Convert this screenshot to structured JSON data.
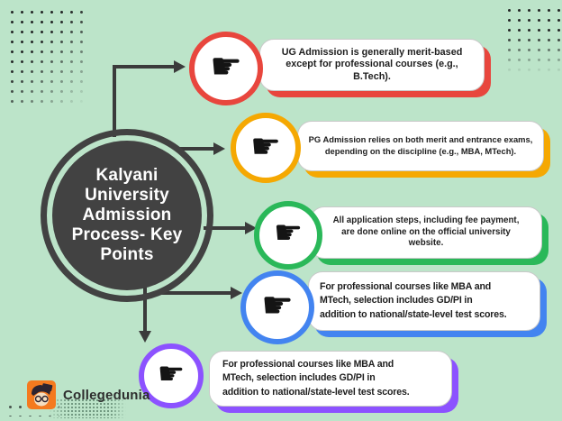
{
  "background_color": "#bce4c9",
  "center": {
    "title": "Kalyani University Admission Process- Key Points",
    "fill_color": "#424242",
    "text_color": "#ffffff"
  },
  "brand": {
    "name": "Collegedunia",
    "logo_color": "#f47a1f"
  },
  "connector_color": "#3b3b3b",
  "hand_icon_glyph": "☛",
  "points": [
    {
      "color": "#e8463d",
      "icon": "pointing-hand-icon",
      "lines": [
        "UG Admission is generally merit-based",
        "except for professional courses (e.g.,",
        "B.Tech)."
      ]
    },
    {
      "color": "#f5a802",
      "icon": "pointing-hand-icon",
      "lines": [
        "PG Admission relies on both merit and entrance exams,",
        "depending on the discipline (e.g., MBA, MTech)."
      ]
    },
    {
      "color": "#2ab859",
      "icon": "pointing-hand-icon",
      "lines": [
        "All application steps, including fee payment,",
        "are done online on the official university",
        "website."
      ]
    },
    {
      "color": "#4384f0",
      "icon": "pointing-hand-icon",
      "lines": [
        "For professional courses like MBA and",
        "MTech, selection includes GD/PI in",
        "addition to national/state-level test scores."
      ]
    },
    {
      "color": "#8c52ff",
      "icon": "pointing-hand-icon",
      "lines": [
        "For professional courses like MBA and",
        "MTech, selection includes GD/PI in",
        "addition to national/state-level test scores."
      ]
    }
  ]
}
